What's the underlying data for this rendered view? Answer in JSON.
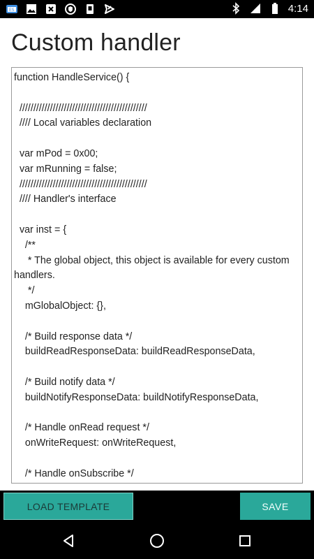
{
  "status_bar": {
    "time": "4:14",
    "left_icons": [
      "app-notification-icon",
      "image-icon",
      "close-x-icon",
      "shield-icon",
      "clipboard-icon",
      "send-icon"
    ],
    "right_icons": [
      "bluetooth-icon",
      "signal-icon",
      "battery-icon"
    ]
  },
  "page": {
    "title": "Custom handler"
  },
  "editor": {
    "code": "function HandleService() {\n\n  //////////////////////////////////////////////\n  //// Local variables declaration\n\n  var mPod = 0x00;\n  var mRunning = false;\n  //////////////////////////////////////////////\n  //// Handler's interface\n\n  var inst = {\n    /**\n     * The global object, this object is available for every custom handlers.\n     */\n    mGlobalObject: {},\n\n    /* Build response data */\n    buildReadResponseData: buildReadResponseData,\n\n    /* Build notify data */\n    buildNotifyResponseData: buildNotifyResponseData,\n\n    /* Handle onRead request */\n    onWriteRequest: onWriteRequest,\n\n    /* Handle onSubscribe */"
  },
  "actions": {
    "load_template_label": "LOAD TEMPLATE",
    "save_label": "SAVE"
  },
  "colors": {
    "accent": "#2aa89a",
    "status_bar": "#000000",
    "background": "#ffffff"
  },
  "nav_bar": {
    "icons": [
      "back-icon",
      "home-icon",
      "recents-icon"
    ]
  }
}
